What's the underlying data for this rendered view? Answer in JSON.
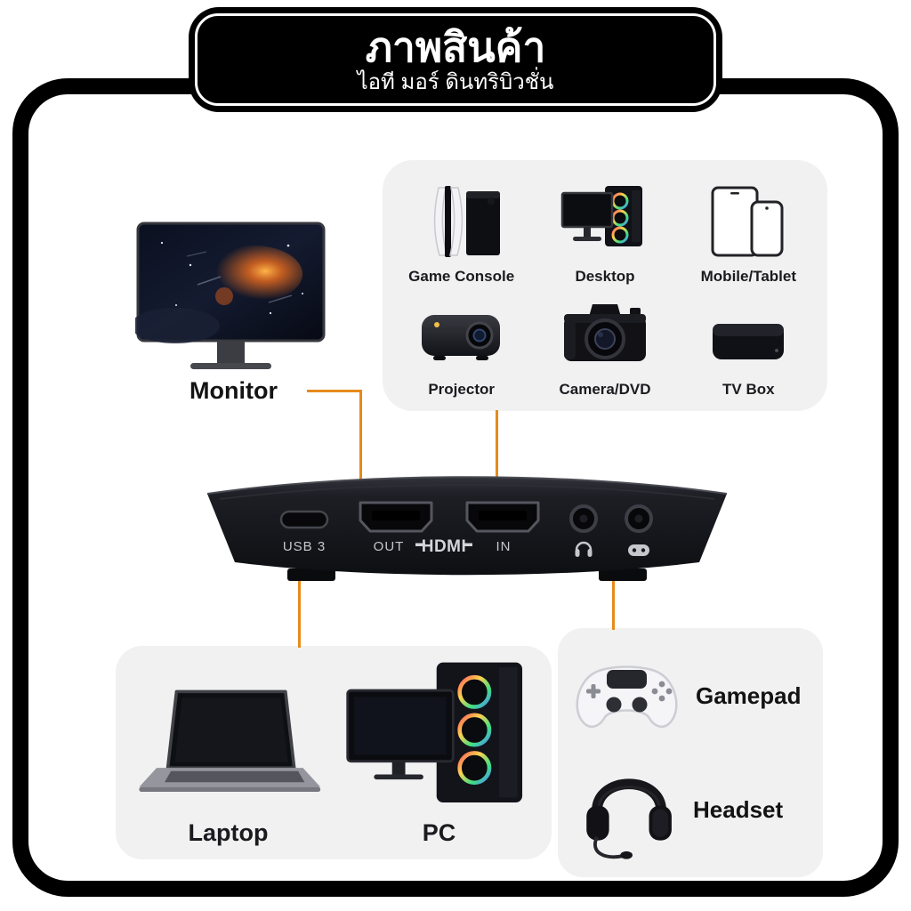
{
  "banner": {
    "title": "ภาพสินค้า",
    "subtitle": "ไอที มอร์ ดินทริบิวชั่น"
  },
  "monitor": {
    "label": "Monitor"
  },
  "sources": {
    "items": [
      {
        "label": "Game Console",
        "icon": "game-console-icon"
      },
      {
        "label": "Desktop",
        "icon": "desktop-icon"
      },
      {
        "label": "Mobile/Tablet",
        "icon": "mobile-tablet-icon"
      },
      {
        "label": "Projector",
        "icon": "projector-icon"
      },
      {
        "label": "Camera/DVD",
        "icon": "camera-dvd-icon"
      },
      {
        "label": "TV Box",
        "icon": "tv-box-icon"
      }
    ]
  },
  "device": {
    "usb_label": "USB 3",
    "out_label": "OUT",
    "hdmi_label": "HDMI",
    "in_label": "IN",
    "jack_icons": [
      "headphone-icon",
      "gamepad-icon"
    ]
  },
  "computers": {
    "laptop_label": "Laptop",
    "pc_label": "PC"
  },
  "accessories": {
    "gamepad_label": "Gamepad",
    "headset_label": "Headset"
  },
  "colors": {
    "accent": "#E78A1B",
    "card_bg": "#F1F1F2",
    "frame": "#000000"
  }
}
